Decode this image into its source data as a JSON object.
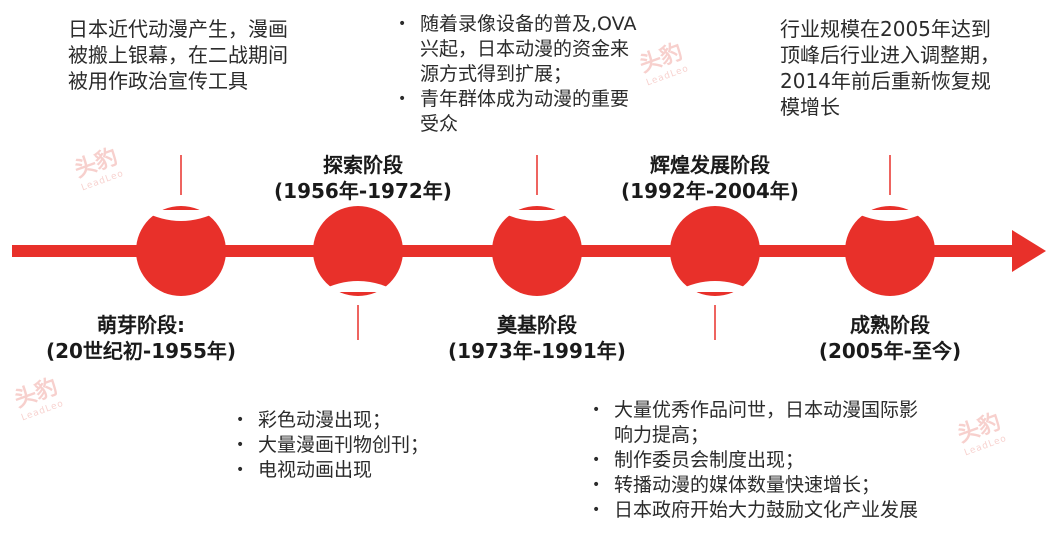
{
  "colors": {
    "timeline_red": "#e8302a"
  },
  "watermark": {
    "text": "头豹",
    "sub": "LeadLeo"
  },
  "stages": [
    {
      "name": "萌芽阶段:",
      "period": "(20世纪初-1955年)",
      "desc_lines": [
        "日本近代动漫产生，漫画",
        "被搬上银幕，在二战期间",
        "被用作政治宣传工具"
      ]
    },
    {
      "name": "探索阶段",
      "period": "(1956年-1972年)",
      "bullets": [
        "彩色动漫出现；",
        "大量漫画刊物创刊；",
        "电视动画出现"
      ]
    },
    {
      "name": "奠基阶段",
      "period": "(1973年-1991年)",
      "bullets": [
        [
          "随着录像设备的普及,OVA",
          "兴起，日本动漫的资金来",
          "源方式得到扩展；"
        ],
        [
          "青年群体成为动漫的重要",
          "受众"
        ]
      ]
    },
    {
      "name": "辉煌发展阶段",
      "period": "(1992年-2004年)",
      "bullets": [
        [
          "大量优秀作品问世，日本动漫国际影",
          "响力提高；"
        ],
        [
          "制作委员会制度出现；"
        ],
        [
          "转播动漫的媒体数量快速增长；"
        ],
        [
          "日本政府开始大力鼓励文化产业发展"
        ]
      ]
    },
    {
      "name": "成熟阶段",
      "period": "(2005年-至今)",
      "desc_lines": [
        "行业规模在2005年达到",
        "顶峰后行业进入调整期，",
        "2014年前后重新恢复规",
        "模增长"
      ]
    }
  ]
}
